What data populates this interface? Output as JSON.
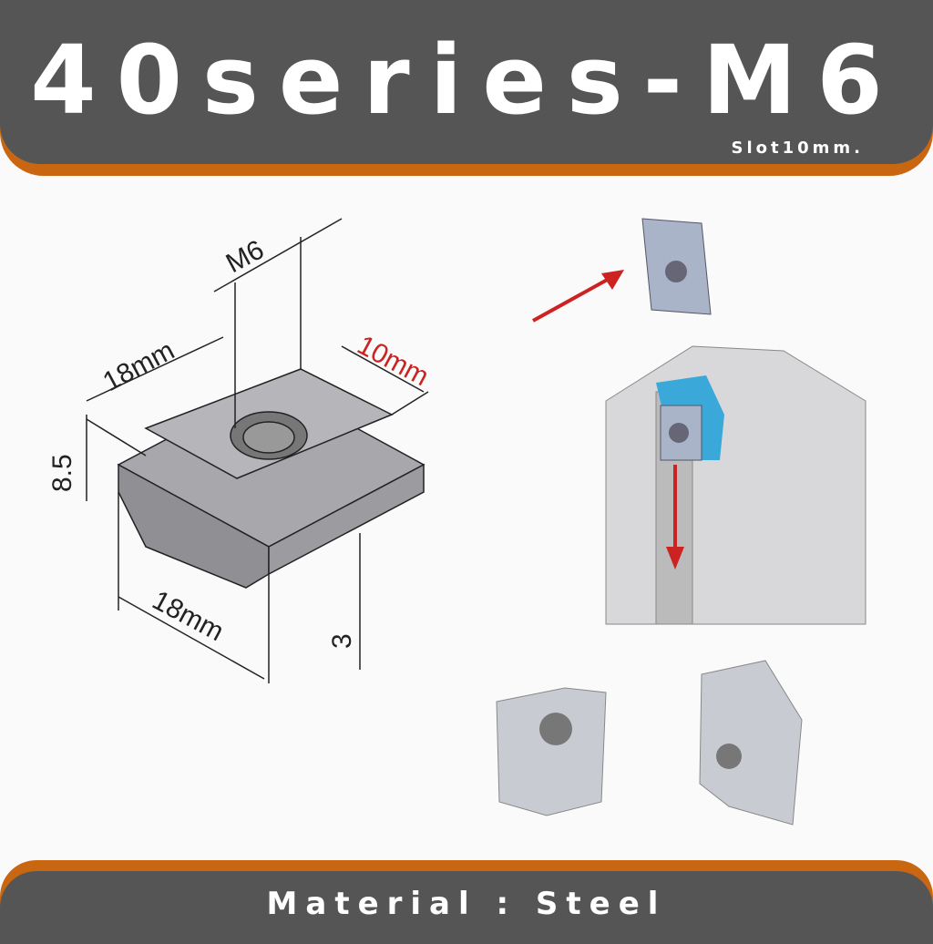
{
  "header": {
    "title": "40series-M6",
    "subtitle": "Slot10mm."
  },
  "diagram": {
    "thread": "M6",
    "width_top": "18mm",
    "slot_width": "10mm",
    "height": "8.5",
    "length": "18mm",
    "lip": "3"
  },
  "footer": {
    "material": "Material : Steel"
  },
  "colors": {
    "banner": "#555555",
    "accent": "#c96612",
    "arrow": "#cc2222",
    "highlight": "#3aa8d8"
  }
}
